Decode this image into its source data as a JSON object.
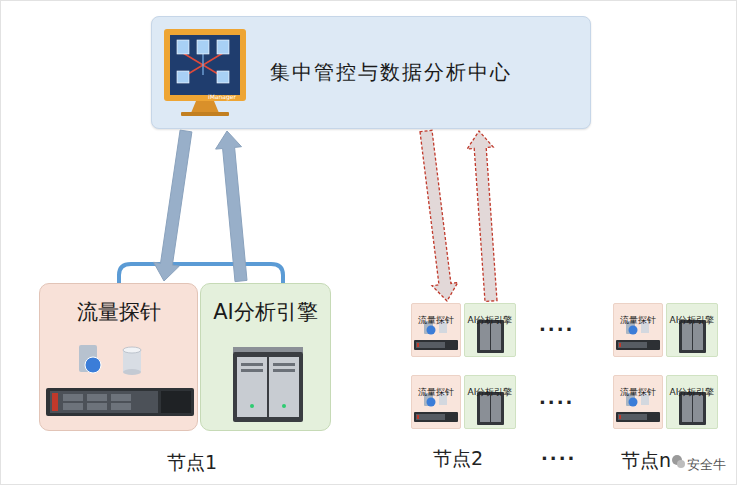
{
  "diagram": {
    "nodes": [
      {
        "text": [
          "集中管控与数据分析中心"
        ]
      },
      {
        "text": [
          "流量探针"
        ]
      },
      {
        "text": [
          "AI分析引擎"
        ]
      },
      {
        "text": [
          "流量探针"
        ]
      },
      {
        "text": [
          "AI分析引擎"
        ]
      },
      {
        "text": [
          "流量探针"
        ]
      },
      {
        "text": [
          "AI分析引擎"
        ]
      },
      {
        "text": [
          "流量探针"
        ]
      },
      {
        "text": [
          "AI分析引擎"
        ]
      },
      {
        "text": [
          "流量探针"
        ]
      },
      {
        "text": [
          "AI分析引擎"
        ]
      }
    ],
    "edges": [
      {
        "from": 0,
        "to": 1,
        "arrow": "to"
      },
      {
        "from": 2,
        "to": 0,
        "arrow": "to"
      },
      {
        "from": 0,
        "to": 3,
        "arrow": "to"
      },
      {
        "from": 4,
        "to": 0,
        "arrow": "to"
      }
    ],
    "labels": [
      "iManager",
      "节点1",
      "节点2",
      "....",
      "....",
      "....",
      "节点n",
      "安全牛"
    ]
  }
}
